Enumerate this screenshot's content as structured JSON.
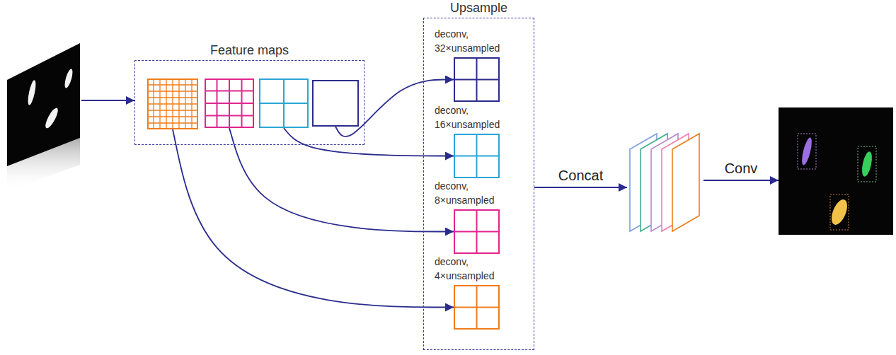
{
  "diagram": {
    "nodes": [
      {
        "text": []
      },
      {
        "text": [
          "Feature maps"
        ]
      },
      {
        "text": [],
        "in": 1
      },
      {
        "text": [],
        "in": 1
      },
      {
        "text": [],
        "in": 1
      },
      {
        "text": [],
        "in": 1
      },
      {
        "text": [
          "Upsample"
        ]
      },
      {
        "text": [
          "deconv, 32×unsampled"
        ],
        "in": 6
      },
      {
        "text": [
          "deconv, 16×unsampled"
        ],
        "in": 6
      },
      {
        "text": [
          "deconv, 8×unsampled"
        ],
        "in": 6
      },
      {
        "text": [
          "deconv, 4×unsampled"
        ],
        "in": 6
      },
      {
        "text": []
      },
      {
        "text": []
      }
    ],
    "edges": [
      {
        "from": 0,
        "to": 1,
        "arrow": "to"
      },
      {
        "from": 5,
        "to": 7,
        "arrow": "to"
      },
      {
        "from": 4,
        "to": 8,
        "arrow": "to"
      },
      {
        "from": 3,
        "to": 9,
        "arrow": "to"
      },
      {
        "from": 2,
        "to": 10,
        "arrow": "to"
      },
      {
        "from": 6,
        "to": 11,
        "label": "Concat",
        "arrow": "to"
      },
      {
        "from": 11,
        "to": 12,
        "label": "Conv",
        "arrow": "to"
      }
    ]
  }
}
